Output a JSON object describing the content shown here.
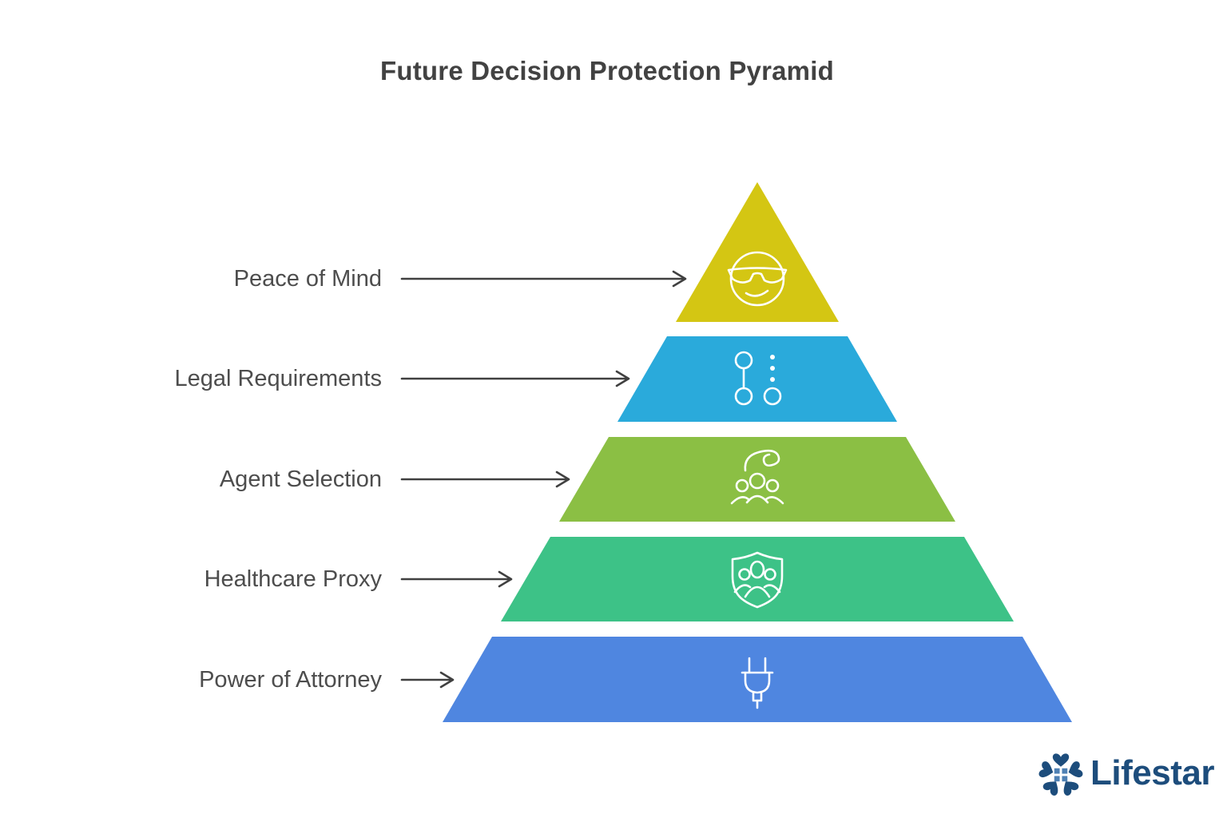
{
  "title": "Future Decision Protection Pyramid",
  "pyramid": {
    "levels": [
      {
        "rank": 1,
        "label": "Peace of Mind",
        "color": "#d4c613",
        "icon": "cool-face-icon"
      },
      {
        "rank": 2,
        "label": "Legal Requirements",
        "color": "#2aaadb",
        "icon": "milestones-icon"
      },
      {
        "rank": 3,
        "label": "Agent Selection",
        "color": "#8bbf44",
        "icon": "care-hand-people-icon"
      },
      {
        "rank": 4,
        "label": "Healthcare Proxy",
        "color": "#3dc287",
        "icon": "shield-people-icon"
      },
      {
        "rank": 5,
        "label": "Power of Attorney",
        "color": "#4f86e0",
        "icon": "power-plug-icon"
      }
    ]
  },
  "branding": {
    "logo_text": "Lifestar",
    "logo_icon": "lifestar-star-house-icon",
    "logo_color": "#1d4d7c",
    "logo_accent": "#4f81b4"
  },
  "colors": {
    "background": "#ffffff",
    "title_text": "#424242",
    "label_text": "#4d4d4d",
    "arrow": "#404040",
    "icon_stroke": "#ffffff"
  }
}
